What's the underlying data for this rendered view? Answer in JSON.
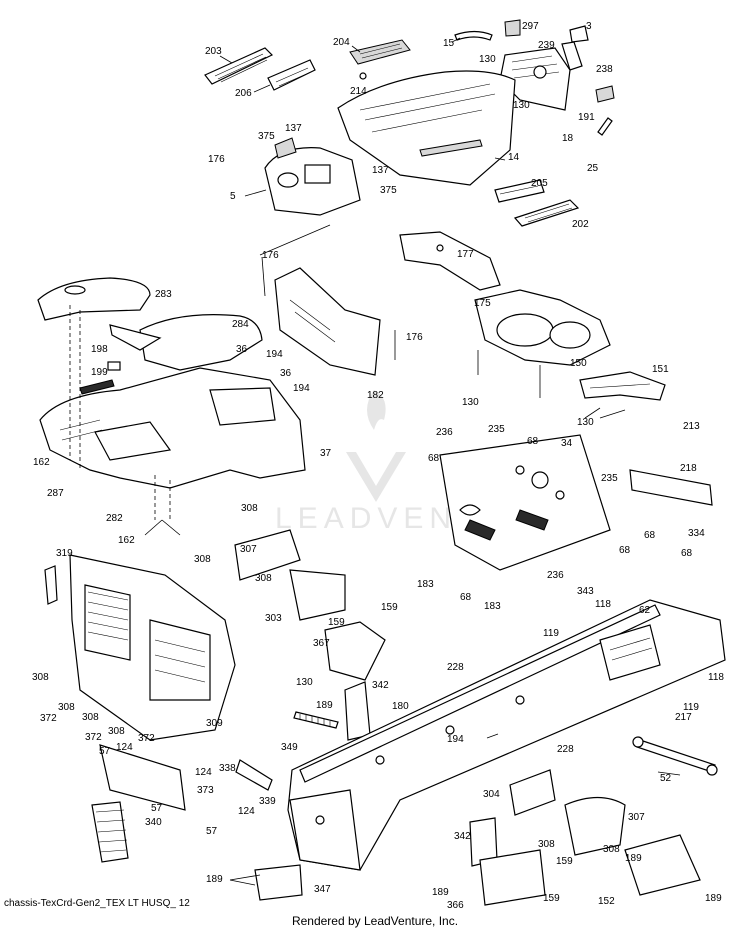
{
  "watermark": "LEADVENTURE",
  "footer": {
    "diagram_id": "chassis-TexCrd-Gen2_TEX LT HUSQ_ 12",
    "rendered_by": "Rendered by LeadVenture, Inc."
  },
  "callouts": {
    "c203": "203",
    "c204": "204",
    "c206": "206",
    "c214": "214",
    "c15": "15",
    "c297": "297",
    "c3": "3",
    "c239": "239",
    "c238": "238",
    "c130a": "130",
    "c130b": "130",
    "c191": "191",
    "c18": "18",
    "c25": "25",
    "c14": "14",
    "c375a": "375",
    "c137a": "137",
    "c176a": "176",
    "c5": "5",
    "c137b": "137",
    "c375b": "375",
    "c205": "205",
    "c202": "202",
    "c176b": "176",
    "c177": "177",
    "c175": "175",
    "c283": "283",
    "c284": "284",
    "c176c": "176",
    "c150": "150",
    "c198": "198",
    "c36a": "36",
    "c194a": "194",
    "c199": "199",
    "c36b": "36",
    "c182": "182",
    "c194b": "194",
    "c151": "151",
    "c130c": "130",
    "c130d": "130",
    "c236": "236",
    "c235a": "235",
    "c68a": "68",
    "c34": "34",
    "c213": "213",
    "c37": "37",
    "c162a": "162",
    "c68b": "68",
    "c235b": "235",
    "c218": "218",
    "c287": "287",
    "c282": "282",
    "c308a": "308",
    "c162b": "162",
    "c68c": "68",
    "c334": "334",
    "c68d": "68",
    "c307a": "307",
    "c68e": "68",
    "c319": "319",
    "c308b": "308",
    "c308c": "308",
    "c236b": "236",
    "c343": "343",
    "c183a": "183",
    "c68f": "68",
    "c183b": "183",
    "c62": "62",
    "c303": "303",
    "c159a": "159",
    "c118a": "118",
    "c159b": "159",
    "c119a": "119",
    "c367": "367",
    "c228a": "228",
    "c308d": "308",
    "c130e": "130",
    "c342a": "342",
    "c372a": "372",
    "c308e": "308",
    "c189a": "189",
    "c180": "180",
    "c118b": "118",
    "c308f": "308",
    "c308g": "308",
    "c309": "309",
    "c119b": "119",
    "c217": "217",
    "c372b": "372",
    "c372c": "372",
    "c349": "349",
    "c194c": "194",
    "c124a": "124",
    "c228b": "228",
    "c57a": "57",
    "c338": "338",
    "c124b": "124",
    "c52": "52",
    "c373": "373",
    "c339": "339",
    "c304": "304",
    "c57b": "57",
    "c307b": "307",
    "c124c": "124",
    "c340": "340",
    "c57c": "57",
    "c342b": "342",
    "c308h": "308",
    "c308i": "308",
    "c189b": "189",
    "c159c": "159",
    "c189c": "189",
    "c347": "347",
    "c189d": "189",
    "c366": "366",
    "c159d": "159",
    "c152": "152",
    "c189e": "189"
  }
}
